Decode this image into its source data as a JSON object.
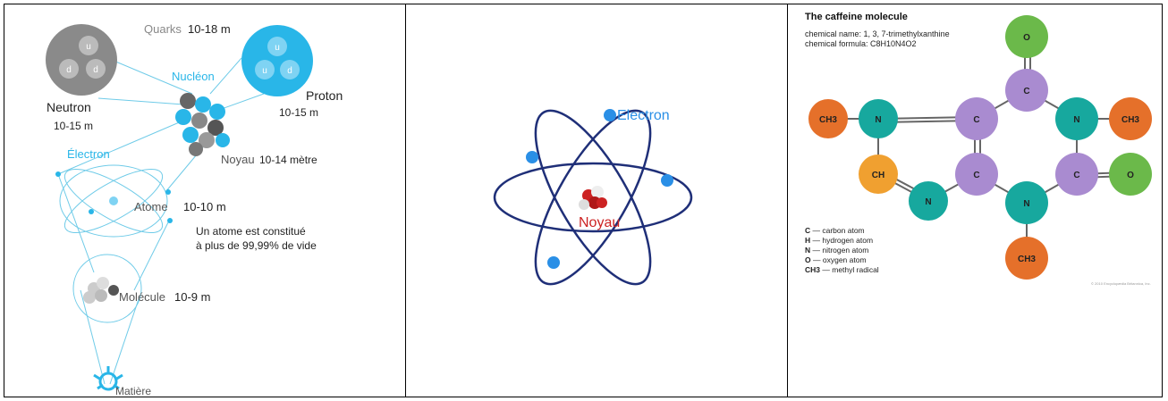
{
  "panel1": {
    "quarks_word": "Quarks",
    "quarks_size": "10-18 m",
    "nucleon": "Nucléon",
    "neutron": "Neutron",
    "neutron_size": "10-15 m",
    "proton": "Proton",
    "proton_size": "10-15 m",
    "noyau": "Noyau",
    "noyau_size": "10-14 mètre",
    "electron": "Électron",
    "atome": "Atome",
    "atome_size": "10-10 m",
    "vide_line1": "Un atome est constitué",
    "vide_line2": "à plus de 99,99% de vide",
    "molecule": "Molécule",
    "molecule_size": "10-9 m",
    "matiere": "Matière",
    "quark_u": "u",
    "quark_d": "d",
    "colors": {
      "cyan": "#29b6e8",
      "grey": "#8a8a8a",
      "line": "#6fcbe8"
    }
  },
  "panel2": {
    "electron": "Electron",
    "noyau": "Noyau",
    "colors": {
      "orbit": "#1f2f78",
      "electron": "#2a8fe6",
      "nucleus": "#cc2222"
    }
  },
  "panel3": {
    "title": "The caffeine molecule",
    "chemical_name": "chemical name: 1, 3, 7-trimethylxanthine",
    "chemical_formula": "chemical formula: C8H10N4O2",
    "atoms": {
      "o_top": "O",
      "c_top": "C",
      "n_right": "N",
      "ch3_right": "CH3",
      "c_right": "C",
      "o_right": "O",
      "n_bottom": "N",
      "ch3_bottom": "CH3",
      "c_mid_bottom": "C",
      "c_mid_top": "C",
      "n_mid": "N",
      "ch": "CH",
      "n_left": "N",
      "ch3_left": "CH3"
    },
    "legend": [
      {
        "sym": "C",
        "desc": "— carbon atom"
      },
      {
        "sym": "H",
        "desc": "— hydrogen atom"
      },
      {
        "sym": "N",
        "desc": "— nitrogen atom"
      },
      {
        "sym": "O",
        "desc": "— oxygen atom"
      },
      {
        "sym": "CH3",
        "desc": "— methyl radical"
      }
    ],
    "copyright": "© 2010 Encyclopædia Britannica, Inc.",
    "colors": {
      "carbon": "#a98bd0",
      "nitrogen": "#17a89e",
      "oxygen": "#6bb94a",
      "methyl": "#e5702a",
      "ch": "#f0a030"
    }
  }
}
